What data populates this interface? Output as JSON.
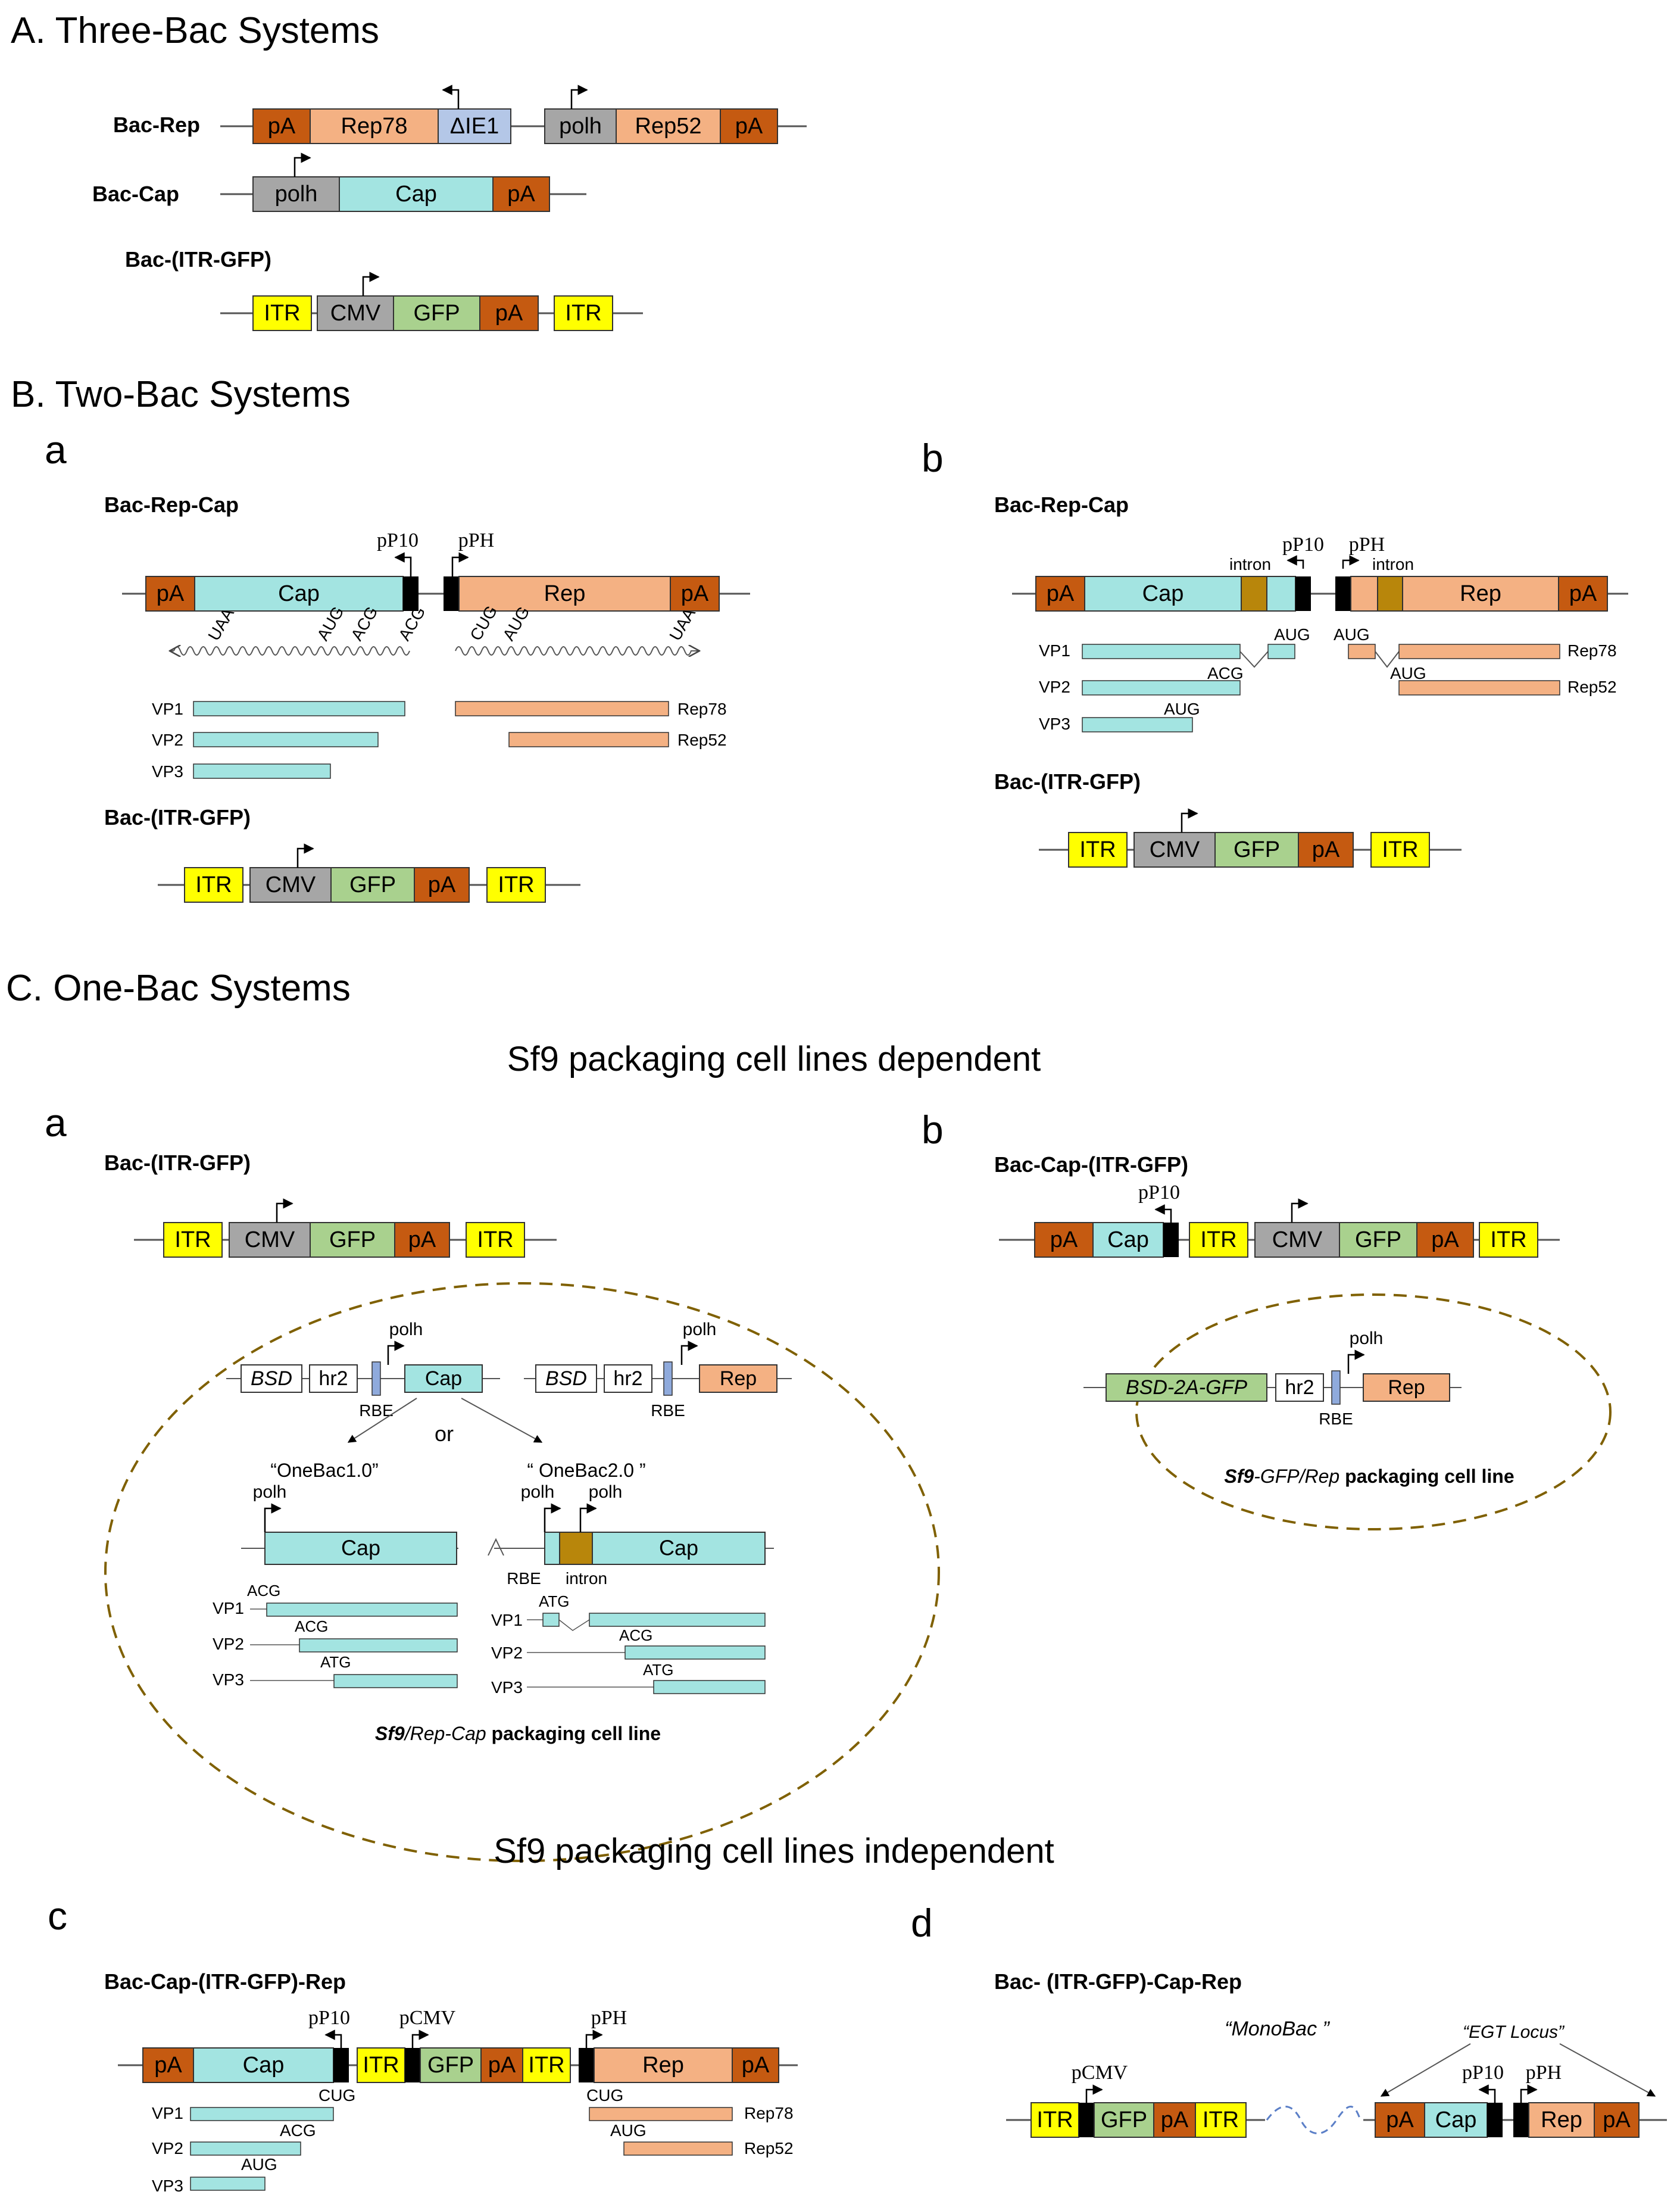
{
  "colors": {
    "pA": "#c55a11",
    "rep": "#f4b183",
    "cap": "#a3e4e1",
    "polh": "#a6a6a6",
    "ie1": "#b4c7e7",
    "itr": "#ffff00",
    "cmv": "#a6a6a6",
    "gfp": "#a9d18e",
    "intron": "#b8860b",
    "rbe": "#8faadc",
    "black": "#000000",
    "ellipse": "#7f6000"
  },
  "sections": {
    "A": "A. Three-Bac Systems",
    "B": "B. Two-Bac Systems",
    "C": "C. One-Bac Systems",
    "dependent": "Sf9 packaging cell lines dependent",
    "independent": "Sf9 packaging cell lines independent"
  },
  "panel_letters": {
    "a": "a",
    "b": "b",
    "c": "c",
    "d": "d"
  },
  "constructs": {
    "bac_rep": "Bac-Rep",
    "bac_cap": "Bac-Cap",
    "bac_itr_gfp": "Bac-(ITR-GFP)",
    "bac_rep_cap": "Bac-Rep-Cap",
    "bac_cap_itr_gfp": "Bac-Cap-(ITR-GFP)",
    "bac_cap_itr_gfp_rep": "Bac-Cap-(ITR-GFP)-Rep",
    "bac_itr_gfp_cap_rep": "Bac- (ITR-GFP)-Cap-Rep"
  },
  "elements": {
    "pA": "pA",
    "rep78": "Rep78",
    "rep52": "Rep52",
    "die1": "ΔIE1",
    "polh": "polh",
    "cap": "Cap",
    "rep": "Rep",
    "itr": "ITR",
    "cmv": "CMV",
    "gfp": "GFP",
    "bsd": "BSD",
    "hr2": "hr2",
    "rbe": "RBE",
    "intron": "intron",
    "bsd2agfp": "BSD-2A-GFP",
    "pp10": "pP10",
    "pph": "pPH",
    "pcmv": "pCMV"
  },
  "codons": {
    "uaa": "UAA",
    "aug": "AUG",
    "acg": "ACG",
    "cug": "CUG",
    "atg": "ATG"
  },
  "transcripts": {
    "vp1": "VP1",
    "vp2": "VP2",
    "vp3": "VP3"
  },
  "labels": {
    "or": "or",
    "onebac1": "“OneBac1.0”",
    "onebac2": "“ OneBac2.0 ”",
    "monobac": "“MonoBac ”",
    "egt": "“EGT Locus”",
    "sf9_repcap_italic": "Sf9",
    "repcap_italic": "/Rep-Cap",
    "packaging_cell_line": " packaging cell line",
    "sf9_gfprep_italic": "Sf9",
    "gfprep_italic": "-GFP/Rep",
    "packaging_cell_line2": "  packaging cell line"
  }
}
